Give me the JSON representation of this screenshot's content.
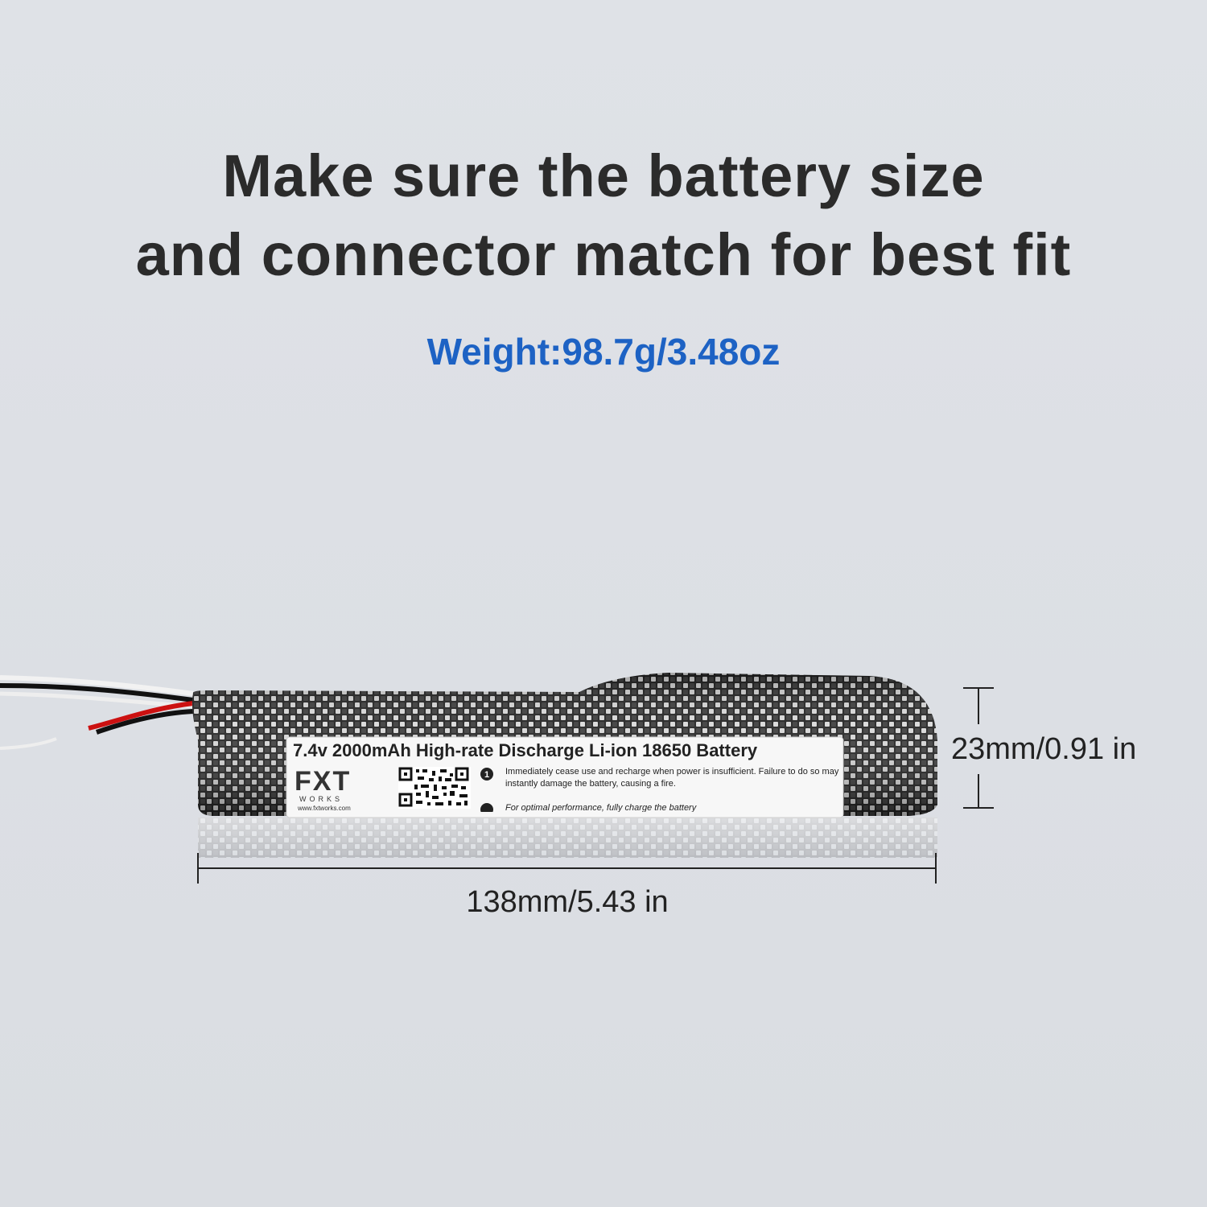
{
  "headline": {
    "line1": "Make sure the battery size",
    "line2": "and connector match for best fit"
  },
  "weight_text": "Weight:98.7g/3.48oz",
  "battery_label": {
    "title": "7.4v 2000mAh High-rate Discharge Li-ion 18650 Battery",
    "brand": "FXT",
    "brand_sub": "WORKS",
    "website": "www.fxtworks.com",
    "warning_1": "Immediately cease use and recharge when power is insufficient. Failure to do so may instantly damage the battery, causing a fire.",
    "warning_2": "For optimal performance, fully charge the battery"
  },
  "dimensions": {
    "height": "23mm/0.91 in",
    "length": "138mm/5.43 in"
  },
  "colors": {
    "title": "#2b2b2b",
    "weight": "#1d62c4",
    "background": "#dde0e5"
  },
  "icons": [
    "qr-code-icon",
    "warning-number-icon"
  ]
}
